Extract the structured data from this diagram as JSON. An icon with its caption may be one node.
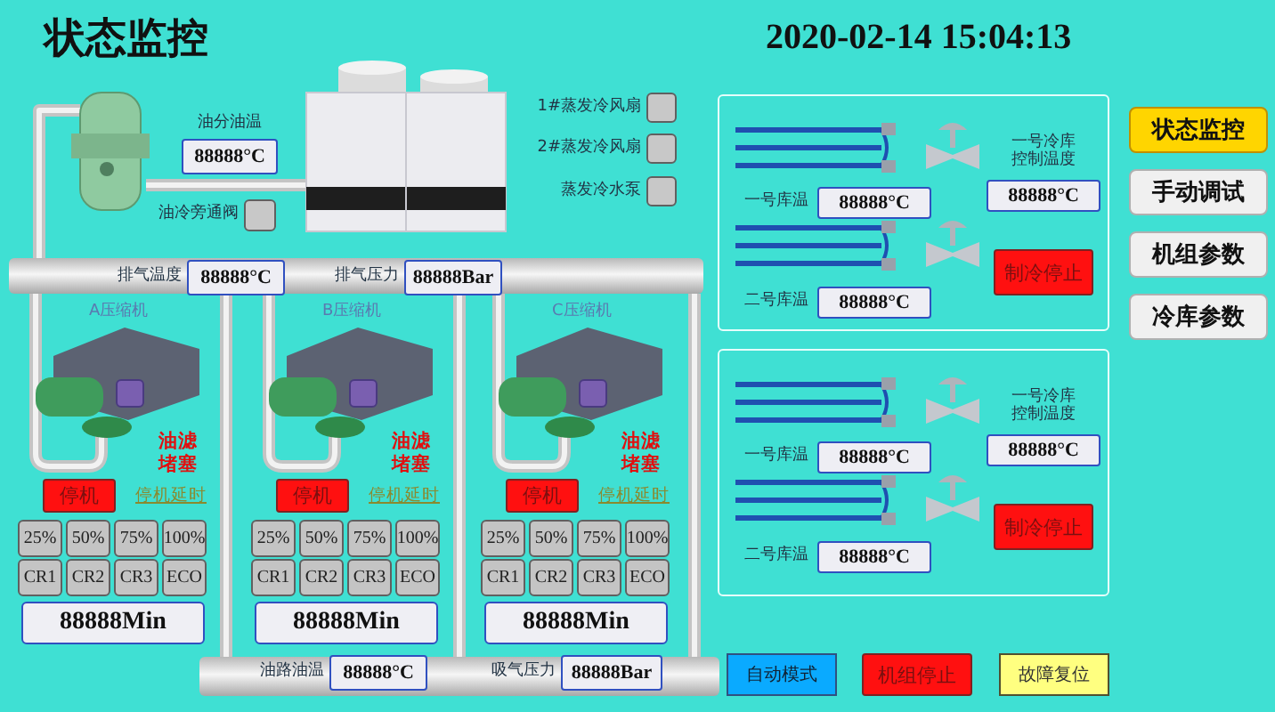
{
  "diagram": {
    "title": "状态监控",
    "nodes": [
      {
        "text": [
          "88888°C"
        ],
        "beside": [
          "油分油温"
        ]
      },
      {
        "text": [],
        "shape": "box",
        "beside": [
          "油冷旁通阀"
        ]
      },
      {
        "text": [],
        "shape": "box",
        "beside": [
          "1#蒸发冷风扇"
        ]
      },
      {
        "text": [],
        "shape": "box",
        "beside": [
          "2#蒸发冷风扇"
        ]
      },
      {
        "text": [],
        "shape": "box",
        "beside": [
          "蒸发冷水泵"
        ]
      },
      {
        "text": [
          "88888°C"
        ],
        "beside": [
          "排气温度"
        ]
      },
      {
        "text": [
          "88888Bar"
        ],
        "beside": [
          "排气压力"
        ]
      },
      {
        "text": [],
        "shape": "box"
      },
      {
        "text": [
          "88888°C"
        ],
        "in": 7,
        "beside": [
          "一号冷库控制温度"
        ]
      },
      {
        "text": [
          "88888°C"
        ],
        "in": 7,
        "beside": [
          "一号库温"
        ]
      },
      {
        "text": [
          "制冷停止"
        ],
        "in": 7
      },
      {
        "text": [
          "88888°C"
        ],
        "in": 7,
        "beside": [
          "二号库温"
        ]
      },
      {
        "text": [
          "状态监控"
        ]
      },
      {
        "text": [
          "手动调试"
        ]
      },
      {
        "text": [
          "机组参数"
        ]
      },
      {
        "text": [
          "冷库参数"
        ]
      },
      {
        "text": [],
        "shape": "box"
      },
      {
        "text": [
          "88888°C"
        ],
        "in": 16,
        "beside": [
          "一号冷库控制温度"
        ]
      },
      {
        "text": [
          "88888°C"
        ],
        "in": 16,
        "beside": [
          "一号库温"
        ]
      },
      {
        "text": [
          "制冷停止"
        ],
        "in": 16
      },
      {
        "text": [
          "88888°C"
        ],
        "in": 16,
        "beside": [
          "二号库温"
        ]
      },
      {
        "text": [],
        "shape": "box"
      },
      {
        "text": [
          "停机"
        ]
      },
      {
        "text": [
          "25%"
        ]
      },
      {
        "text": [
          "50%"
        ]
      },
      {
        "text": [
          "75%"
        ]
      },
      {
        "text": [
          "100%"
        ]
      },
      {
        "text": [
          "CR1"
        ]
      },
      {
        "text": [
          "CR2"
        ]
      },
      {
        "text": [
          "CR3"
        ]
      },
      {
        "text": [
          "ECO"
        ]
      },
      {
        "text": [
          "88888Min"
        ]
      },
      {
        "text": [],
        "shape": "box"
      },
      {
        "text": [
          "停机"
        ]
      },
      {
        "text": [
          "25%"
        ]
      },
      {
        "text": [
          "50%"
        ]
      },
      {
        "text": [
          "75%"
        ]
      },
      {
        "text": [
          "100%"
        ]
      },
      {
        "text": [
          "CR1"
        ]
      },
      {
        "text": [
          "CR2"
        ]
      },
      {
        "text": [
          "CR3"
        ]
      },
      {
        "text": [
          "ECO"
        ]
      },
      {
        "text": [
          "88888Min"
        ]
      },
      {
        "text": [],
        "shape": "box"
      },
      {
        "text": [
          "停机"
        ]
      },
      {
        "text": [
          "25%"
        ]
      },
      {
        "text": [
          "50%"
        ]
      },
      {
        "text": [
          "75%"
        ]
      },
      {
        "text": [
          "100%"
        ]
      },
      {
        "text": [
          "CR1"
        ]
      },
      {
        "text": [
          "CR2"
        ]
      },
      {
        "text": [
          "CR3"
        ]
      },
      {
        "text": [
          "ECO"
        ]
      },
      {
        "text": [
          "88888Min"
        ]
      },
      {
        "text": [
          "88888°C"
        ],
        "beside": [
          "油路油温"
        ]
      },
      {
        "text": [
          "88888Bar"
        ],
        "beside": [
          "吸气压力"
        ]
      },
      {
        "text": [
          "自动模式"
        ]
      },
      {
        "text": [
          "机组停止"
        ]
      },
      {
        "text": [
          "故障复位"
        ]
      }
    ],
    "labels": [
      "2020-02-14 15:04:13",
      "A压缩机",
      "油滤堵塞",
      "停机延时",
      "B压缩机",
      "油滤堵塞",
      "停机延时",
      "C压缩机",
      "油滤堵塞",
      "停机延时"
    ]
  }
}
